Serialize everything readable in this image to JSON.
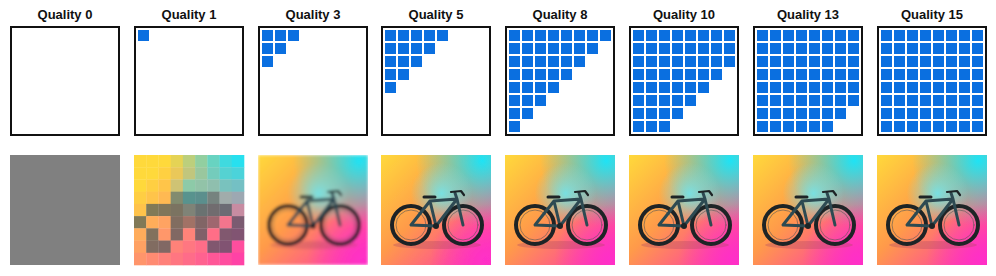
{
  "diagram": {
    "nodes": [
      {
        "text": [
          "Quality 0"
        ]
      },
      {
        "text": [
          "Quality 1"
        ]
      },
      {
        "text": [
          "Quality 3"
        ]
      },
      {
        "text": [
          "Quality 5"
        ]
      },
      {
        "text": [
          "Quality 8"
        ]
      },
      {
        "text": [
          "Quality 10"
        ]
      },
      {
        "text": [
          "Quality 13"
        ]
      },
      {
        "text": [
          "Quality 15"
        ]
      }
    ]
  }
}
